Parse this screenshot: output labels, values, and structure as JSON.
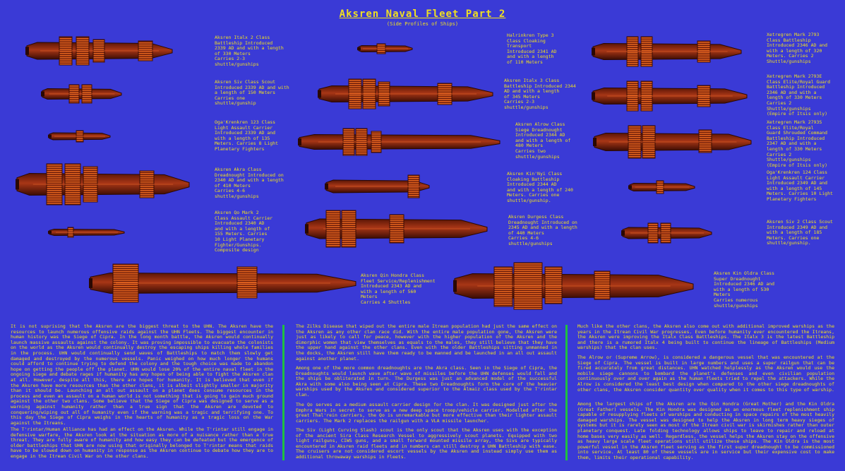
{
  "title": "Aksren Naval Fleet Part 2",
  "subtitle": "(Side Profiles of Ships)",
  "colors": {
    "background": "#3a3ad6",
    "text": "#f0e020",
    "hull": "#8a2810",
    "hull_dark": "#4a1005",
    "stripe": "#e06020",
    "divider": "#20c040"
  },
  "ships": [
    {
      "id": "italx2",
      "label": "Aksren Italx 2 Class\nBattleship Introduced\n2339 AD and with a length\nof 330 Meters\nCarries 2-3\nshuttle/gunships"
    },
    {
      "id": "siv",
      "label": "Aksren Siv Class Scout\nIntroduced 2339 AD and with\na length of 150 Meters\nCarries one\nshuttle/gunship"
    },
    {
      "id": "oga123",
      "label": "Oga'Krenkren 123 Class\nLight Assault Carrier\nIntroduced 2339 AD and\nwith a length of 135\nMeters. Carries 8 Light\nPlanetary Fighters"
    },
    {
      "id": "akra",
      "label": "Aksren Akra Class\nDreadnought Introduced on\n2340 AD and with a length\nof 410 Meters\nCarries 4-6\nshuttle/gunships"
    },
    {
      "id": "qo2",
      "label": "Aksren Qo Mark 2\nClass Assault Carrier\nIntroduced 2340 AD\nand with a length of\n155 Meters. Carries\n10 Light Planetary\nFighter/Gunships.\nComposite design"
    },
    {
      "id": "halrinkren",
      "label": "Halrinkren Type 3\nClass Cloaking\nTransport\nIntroduced 2341 AD\nand with a length\nof 110 Meters"
    },
    {
      "id": "italx3",
      "label": "Aksren Italx 3 Class\nBattleship Introduced 2344\nAD and with a length\nof 345 Meters\nCarries 2-3\nshuttle/gunships"
    },
    {
      "id": "alrow",
      "label": "Aksren Alrow Class\nSiege Dreadnought\nIntroduced 2344 AD\nand with a length of\n480 Meters\nCarries two\nshuttle/gunships"
    },
    {
      "id": "kinnyi",
      "label": "Aksren Kin'Nyi Class\nCloaking Battleship\nIntroduced 2344 AD\nand with a length of 240\nMeters. Carries one\nshuttle/gunship."
    },
    {
      "id": "durgess",
      "label": "Aksren Durgess Class\nDreadnought Introduced on\n2345 AD and with a length\nof 440 Meters\nCarries 4-6\nshuttle/gunships"
    },
    {
      "id": "xet2793",
      "label": "Xetregren Mark 2793\nClass Battleship\nIntroduced 2346 AD and\nwith a length of 320\nMeters. Carries 2\nShuttle/gunships"
    },
    {
      "id": "xet2793e",
      "label": "Xetregren Mark 2793E\nClass Elite/Royal Guard\nBattleship Introduced\n2346 AD and with a\nlength of 330 Meters\nCarries 2\nShuttle/gunships\n(Empire of Itsis only)"
    },
    {
      "id": "xet2793s",
      "label": "Xetregren Mark 2793S\nClass Elite/Royal\nGuard Shrouded Command\nBattleship Introduced\n2347 AD and with a\nlength of 330 Meters\nCarries 2\nShuttle/gunships\n(Empire of Itsis only)"
    },
    {
      "id": "oga124",
      "label": "Oga'Krenkren 124 Class\nLight Assault Carrier\nIntroduced 2349 AD and\nwith a length of 145\nMeters. Carries 10 Light\nPlanetary Fighters"
    },
    {
      "id": "siv2",
      "label": "Aksren Siv 2 Class Scout\nIntroduced 2349 AD and\nwith a length of 185\nMeters. Carries one\nshuttle/gunship."
    },
    {
      "id": "qinhondra",
      "label": "Aksren Qin Hondra Class\nFleet Service/Replenishment\nIntroduced 2343 AD and\nwith a length of 560\nMeters\nCarries 4 Shuttles"
    },
    {
      "id": "kinoldra",
      "label": "Aksren Kin Oldra Class\nSuper Dreadnought\nIntroduced 2346 AD and\nwith a length of 530\nMeters\nCarries numerous\nshuttle/gunships"
    }
  ],
  "columns": [
    [
      "It is not suprising that the Aksren are the biggest threat to the UHN. The Aksren have the resources to launch numerous offensive raids against the UHN Fleets. The biggest encounter in human history was the Siege of Cipra. In the long month battle, the Aksren would continually launch massive assaults against the colony. It was proving impossible to evacuate the colonists on the world as the Aksren would continually destroy the escaping ships killing whole families in the process. UHN would continually send waves of Battleships to match them slowly get damaged and destroyed by the numerous vessels. Panic weighed on how much longer the humans could afford to continue trying to defend the colony and the tough choice was made to abandon hope on getting the people off the planet. UHN would lose 20% of the entire naval fleet in the ongoing siege and debate rages if humanity has any hopes of being able to fight the Aksren clan at all. However, despite all this, there are hopes for humanity. It is believed that even if the Aksren have more resources than the other clans, it is albeit slightly smaller in majority than it should be. Launching an all out assault on a planet does consume resources in the process and even an assault on a human world is not something that is going to gain much ground against the other two clans. Some believe that the Siege of Cipra was designed to serve as a warning against humanity rather than a true sign that the Aksren are devoted to conquering/wiping out all of humanity even if the warning was a tragic and terrifying one. To this day the Siege of Cipra weighs in the hearts of humanity as a tragic loss on the War against the Itreans.",
      "The T'rintar/Human Alliance has had an effect on the Aksren. While the T'rintar still engage in defensive warfare, the Aksren look at the situation as more of a nuisance rather than a true threat. They are fully aware of humanity and how easy they can be defeated but the emergence of older battleships that UHN are now using that originally belonged to T'rintar means that raids have to be slowed down on humanity in response as the Aksren continue to debate how they are to engage in the Itrean Civil War on the other clans."
    ],
    [
      "The Zilks Disease that wiped out the entire male Itrean population had just the same effect on the Aksren as any other clan race did. With the entire male population gone, the Aksren were just as likely to call for peace, however with the higher population of the Aksren and the dimorphic women that view themselves as equals to the males, they still believe that they have the upper hand against the other clans. Even with the older Battleships sitting unmanned in the docks, the Aksren still have them ready to be manned and be launched in an all out assault against another planet.",
      "Among one of the more common dreadnoughts are the Akra class. Seen in the Siege of Cipra, the Dreadnoughts would launch wave after wave of missiles before the UHN defenses would fall and the ships be obliterated in turn. The Durgess was just an advanced model of the successful Akra with some also being seen at Cipra. These two Dreadnoughts form the core of the heavier warships used by the Aksren and considered superior to the Almaiz class used by the T'rintar clan.",
      "The Qo serves as a medium assault carrier design for the clan. It was designed just after the Emphra Wars in secret to serve as a new deep space troop/vehicle carrier. Modelled after the great Thal'rein carriers, the Qo is unremarkable but more effective than their lighter assault carriers. The Mark 2 replaces the railgun with a VLA missile launcher.",
      "The Siv (Light Curving Slash) scout is the only scout that the Aksren uses with the exception of the ancient Sira Class Research Vessel to aggressively scout planets. Equipped with two light railguns, CIWS guns, and a small forward mounted missile array, the Sivs are typically encountered in Aksren raid fleets and in numbers can still destroy a UHN Battleship with ease. The cruisers are not considered escort vessels by the Aksren and instead simply use them as additional throwaway warships in Fleets."
    ],
    [
      "Much like the other clans, the Aksren also come out with additional improved warships as the years in the Itrean Civil War progresses. Even before humanity ever encountered the Itreans, the Aksren were improving the Italx Class Battleships. The Italx 3 is the latest Battleship and there is a rumored Italx 4 being built to continue the lineage of Battleships (Medium warships) that the clan uses.",
      "The Alrow or (Supreme Arrow), is considered a dangerous vessel that was encountered at the Siege of Cipra. The vessel is built in large numbers and uses a super railgun that can be fired accurately from great distances. UHN watched helplessly as the Aksren would use the mobile siege cannons to bombard the planet's defenses and even civilian population continuously over and over again as the human fleets tried to repel the attackers. While the Alrow is considered the least best design when compared to the other siege dreadnoughts of other clans, the Aksren consider quantity over quality when it comes to this type of warship.",
      "Among the largest ships of the Aksren are the Qin Hondra (Great Mother) and the Kin Oldra (Great Father) vessels. The Kin Hondra was designed as an enormous fleet replenishment ship capable of resupplying fleets of warships and conducting in space repairs of the most heavily damaged warships. The vessel was designed to help the Aksren in long term heavy sieges of systems but it is rarely seen as most of the Itrean civil war is skirmishes rather than outer planetary conquest. Late folding technology allows ships to leave to repair and reload at home bases very easily as well. Regardless, the vessel helps the Aksren stay on the offensive as heavy large scale fleet operations still utilize these ships. The Kin Oldra is the most powerful vessel in the Aksren fleet serving as the first super dreadnought to be commissioned into service. At least 80 of these vessels are in service but their expensive cost to make them, limits their operational capability."
    ]
  ]
}
